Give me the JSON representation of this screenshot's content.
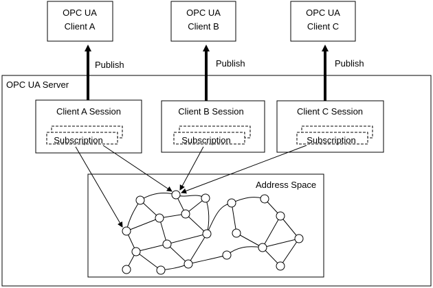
{
  "clients": [
    {
      "line1": "OPC UA",
      "line2": "Client A"
    },
    {
      "line1": "OPC UA",
      "line2": "Client B"
    },
    {
      "line1": "OPC UA",
      "line2": "Client C"
    }
  ],
  "publish_label": "Publish",
  "server_label": "OPC UA Server",
  "sessions": [
    {
      "label": "Client A Session",
      "subscription": "Subscription"
    },
    {
      "label": "Client B Session",
      "subscription": "Subscription"
    },
    {
      "label": "Client C Session",
      "subscription": "Subscription"
    }
  ],
  "address_space_label": "Address Space"
}
